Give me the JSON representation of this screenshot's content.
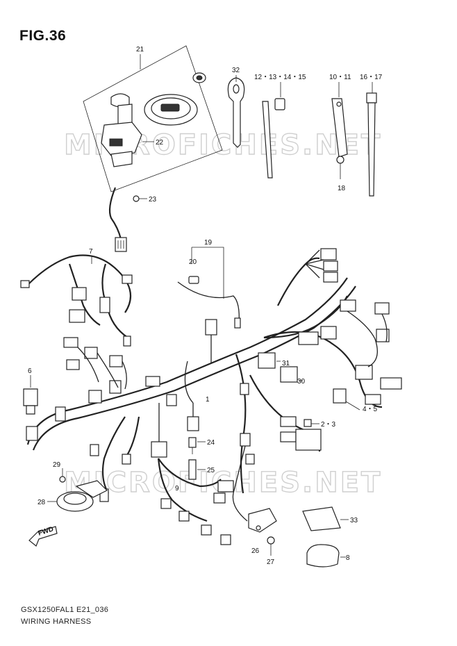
{
  "figure": {
    "title": "FIG.36",
    "footer_code": "GSX1250FAL1 E21_036",
    "footer_caption": "WIRING HARNESS",
    "watermark": "MICROFICHES.NET",
    "fwd_label": "FWD"
  },
  "callouts": {
    "c1": "1",
    "c2_3": "2・3",
    "c4_5": "4・5",
    "c6": "6",
    "c7": "7",
    "c8": "8",
    "c9": "9",
    "c10_11": "10・11",
    "c12_15": "12・13・14・15",
    "c16_17": "16・17",
    "c18": "18",
    "c19": "19",
    "c20": "20",
    "c21": "21",
    "c22": "22",
    "c23": "23",
    "c24": "24",
    "c25": "25",
    "c26": "26",
    "c27": "27",
    "c28": "28",
    "c29": "29",
    "c30": "30",
    "c31": "31",
    "c32": "32",
    "c33": "33"
  }
}
